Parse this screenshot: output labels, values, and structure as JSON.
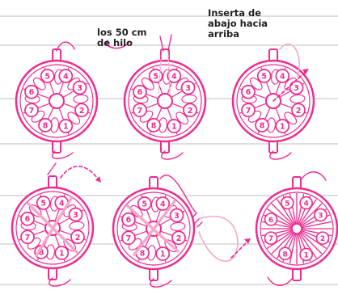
{
  "captions": {
    "hilo": [
      "los 50 cm",
      "de hilo"
    ],
    "inserta": [
      "Inserta de",
      "abajo hacia",
      "arriba"
    ]
  },
  "loom": {
    "slots": [
      "1",
      "2",
      "3",
      "4",
      "5",
      "6",
      "7",
      "8"
    ]
  },
  "colors": {
    "background": "#ffffff",
    "guide_line": "#bdbdbd",
    "loom": "#ee2b8f",
    "loom_fill": "#ffffff",
    "slot_fill": "#ffffff",
    "thread_light": "#f6a7cb",
    "text": "#222222"
  }
}
